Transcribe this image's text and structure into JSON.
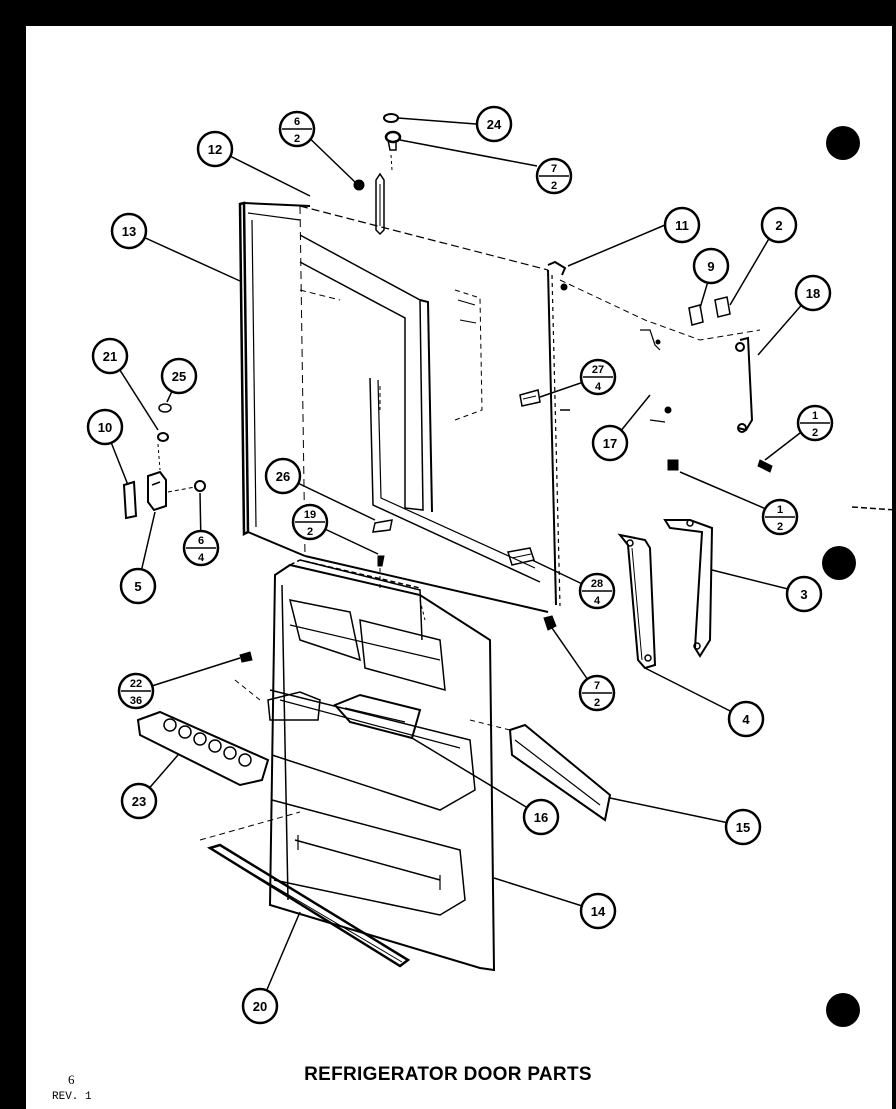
{
  "title": "REFRIGERATOR DOOR PARTS",
  "page_number": "6",
  "revision": "REV. 1",
  "callouts": [
    {
      "id": "c24",
      "top": "24"
    },
    {
      "id": "c6-2",
      "top": "6",
      "bottom": "2"
    },
    {
      "id": "c7-2a",
      "top": "7",
      "bottom": "2"
    },
    {
      "id": "c12",
      "top": "12"
    },
    {
      "id": "c13",
      "top": "13"
    },
    {
      "id": "c11",
      "top": "11"
    },
    {
      "id": "c2",
      "top": "2"
    },
    {
      "id": "c9",
      "top": "9"
    },
    {
      "id": "c18",
      "top": "18"
    },
    {
      "id": "c27-4",
      "top": "27",
      "bottom": "4"
    },
    {
      "id": "c17",
      "top": "17"
    },
    {
      "id": "c1-2a",
      "top": "1",
      "bottom": "2"
    },
    {
      "id": "c1-2b",
      "top": "1",
      "bottom": "2"
    },
    {
      "id": "c21",
      "top": "21"
    },
    {
      "id": "c25",
      "top": "25"
    },
    {
      "id": "c10",
      "top": "10"
    },
    {
      "id": "c26",
      "top": "26"
    },
    {
      "id": "c19-2",
      "top": "19",
      "bottom": "2"
    },
    {
      "id": "c6-4",
      "top": "6",
      "bottom": "4"
    },
    {
      "id": "c5",
      "top": "5"
    },
    {
      "id": "c28-4",
      "top": "28",
      "bottom": "4"
    },
    {
      "id": "c3",
      "top": "3"
    },
    {
      "id": "c7-2b",
      "top": "7",
      "bottom": "2"
    },
    {
      "id": "c4",
      "top": "4"
    },
    {
      "id": "c22-36",
      "top": "22",
      "bottom": "36"
    },
    {
      "id": "c23",
      "top": "23"
    },
    {
      "id": "c16",
      "top": "16"
    },
    {
      "id": "c15",
      "top": "15"
    },
    {
      "id": "c14",
      "top": "14"
    },
    {
      "id": "c20",
      "top": "20"
    }
  ]
}
